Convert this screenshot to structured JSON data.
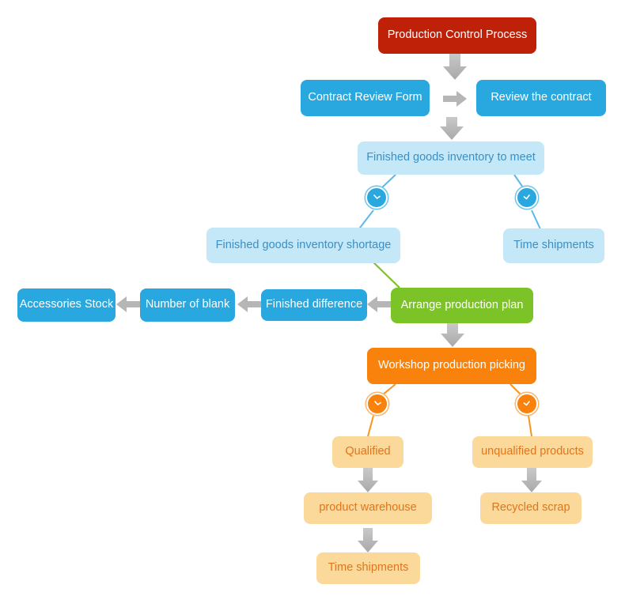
{
  "diagram": {
    "title": "Production Control Process",
    "background": "#ffffff",
    "palette": {
      "red": "#bf2008",
      "blue": "#29a8e0",
      "light_blue": "#c4e8f8",
      "light_blue_text": "#3b8fc4",
      "green": "#7cc327",
      "orange": "#f8820b",
      "light_orange": "#fbd99b",
      "light_orange_text": "#e0751a",
      "arrow_gray": "#b3b3b3"
    },
    "nodes": [
      {
        "id": "production-control-process",
        "label": "Production Control Process",
        "style": "red"
      },
      {
        "id": "contract-review-form",
        "label": "Contract Review Form",
        "style": "blue"
      },
      {
        "id": "review-the-contract",
        "label": "Review the contract",
        "style": "blue"
      },
      {
        "id": "finished-goods-inventory-to-meet",
        "label": "Finished goods inventory to meet",
        "style": "lightblue"
      },
      {
        "id": "finished-goods-inventory-shortage",
        "label": "Finished goods inventory shortage",
        "style": "lightblue"
      },
      {
        "id": "time-shipments-upper",
        "label": "Time shipments",
        "style": "lightblue"
      },
      {
        "id": "arrange-production-plan",
        "label": "Arrange production plan",
        "style": "green"
      },
      {
        "id": "finished-difference",
        "label": "Finished difference",
        "style": "blue"
      },
      {
        "id": "number-of-blank",
        "label": "Number of blank",
        "style": "blue"
      },
      {
        "id": "accessories-stock",
        "label": "Accessories Stock",
        "style": "blue"
      },
      {
        "id": "workshop-production-picking",
        "label": "Workshop production picking",
        "style": "orange"
      },
      {
        "id": "qualified",
        "label": "Qualified",
        "style": "lightorange"
      },
      {
        "id": "unqualified-products",
        "label": "unqualified products",
        "style": "lightorange"
      },
      {
        "id": "product-warehouse",
        "label": "product warehouse",
        "style": "lightorange"
      },
      {
        "id": "recycled-scrap",
        "label": "Recycled scrap",
        "style": "lightorange"
      },
      {
        "id": "time-shipments-lower",
        "label": "Time shipments",
        "style": "lightorange"
      }
    ],
    "markers": [
      {
        "id": "marker-inventory-shortage",
        "icon": "clock-arrow-icon",
        "style": "blue"
      },
      {
        "id": "marker-inventory-ok",
        "icon": "clock-arrow-icon",
        "style": "blue"
      },
      {
        "id": "marker-qualified",
        "icon": "clock-arrow-icon",
        "style": "orange"
      },
      {
        "id": "marker-unqualified",
        "icon": "clock-arrow-icon",
        "style": "orange"
      }
    ],
    "edges": [
      {
        "from": "production-control-process",
        "to": "contract-review-form",
        "type": "block-arrow-down"
      },
      {
        "from": "contract-review-form",
        "to": "review-the-contract",
        "type": "block-arrow-right"
      },
      {
        "from": "contract-review-form",
        "to": "finished-goods-inventory-to-meet",
        "type": "block-arrow-down"
      },
      {
        "from": "finished-goods-inventory-to-meet",
        "to": "finished-goods-inventory-shortage",
        "type": "line-blue"
      },
      {
        "from": "finished-goods-inventory-to-meet",
        "to": "time-shipments-upper",
        "type": "line-blue"
      },
      {
        "from": "finished-goods-inventory-shortage",
        "to": "arrange-production-plan",
        "type": "line-green"
      },
      {
        "from": "arrange-production-plan",
        "to": "finished-difference",
        "type": "block-arrow-left"
      },
      {
        "from": "finished-difference",
        "to": "number-of-blank",
        "type": "block-arrow-left"
      },
      {
        "from": "number-of-blank",
        "to": "accessories-stock",
        "type": "block-arrow-left"
      },
      {
        "from": "arrange-production-plan",
        "to": "workshop-production-picking",
        "type": "block-arrow-down"
      },
      {
        "from": "workshop-production-picking",
        "to": "qualified",
        "type": "line-orange"
      },
      {
        "from": "workshop-production-picking",
        "to": "unqualified-products",
        "type": "line-orange"
      },
      {
        "from": "qualified",
        "to": "product-warehouse",
        "type": "block-arrow-down"
      },
      {
        "from": "unqualified-products",
        "to": "recycled-scrap",
        "type": "block-arrow-down"
      },
      {
        "from": "product-warehouse",
        "to": "time-shipments-lower",
        "type": "block-arrow-down"
      }
    ]
  }
}
